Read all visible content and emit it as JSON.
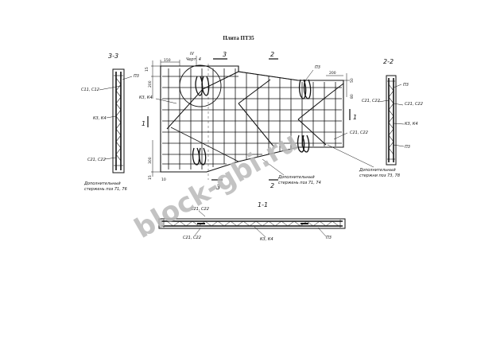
{
  "title": "Плита  ПТ35",
  "sections": {
    "s33": "3-3",
    "s22": "2-2",
    "s11": "1-1"
  },
  "cut_marks": {
    "one": "1",
    "two": "2",
    "three": "3",
    "detail": "IV"
  },
  "detail_label": "Черт. 4",
  "labels": {
    "c11c12": "С11, С12",
    "p3": "П3",
    "k3k4": "К3, К4",
    "c21c22": "С21, С22",
    "addA": "Дополнительный",
    "addB": "стержень поз 71, 76",
    "addMid": "стержень поз 71, 74",
    "addRight": "стержни поз 73, 78"
  },
  "dims": {
    "d150": "150",
    "d200": "200",
    "d15": "15",
    "d50": "50",
    "d80": "80",
    "d300": "300",
    "d10": "10"
  },
  "watermark": "block-gbi.ru"
}
